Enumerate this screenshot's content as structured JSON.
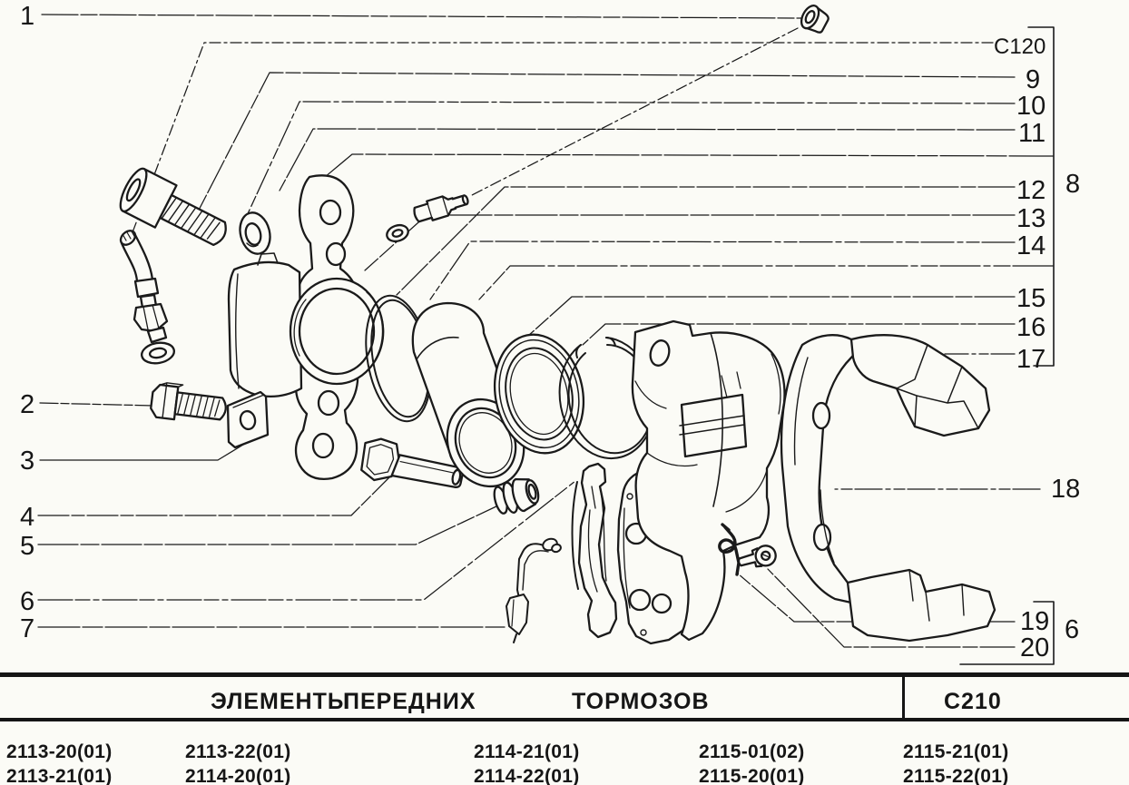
{
  "colors": {
    "ink": "#1a1a1a",
    "paper": "#fbfbf6"
  },
  "callouts": {
    "left": [
      "1",
      "2",
      "3",
      "4",
      "5",
      "6",
      "7"
    ],
    "right": [
      "C120",
      "9",
      "10",
      "11",
      "12",
      "13",
      "14",
      "15",
      "16",
      "17",
      "18",
      "19",
      "20"
    ],
    "groups": [
      "8",
      "6"
    ]
  },
  "footer": {
    "title_words": [
      "ЭЛЕМЕНТЫ",
      "ПЕРЕДНИХ",
      "ТОРМОЗОВ"
    ],
    "sheet_code": "C210",
    "model_rows": [
      [
        "2113-20(01)",
        "2113-22(01)",
        "2114-21(01)",
        "2115-01(02)",
        "2115-21(01)"
      ],
      [
        "2113-21(01)",
        "2114-20(01)",
        "2114-22(01)",
        "2115-20(01)",
        "2115-22(01)"
      ]
    ]
  }
}
